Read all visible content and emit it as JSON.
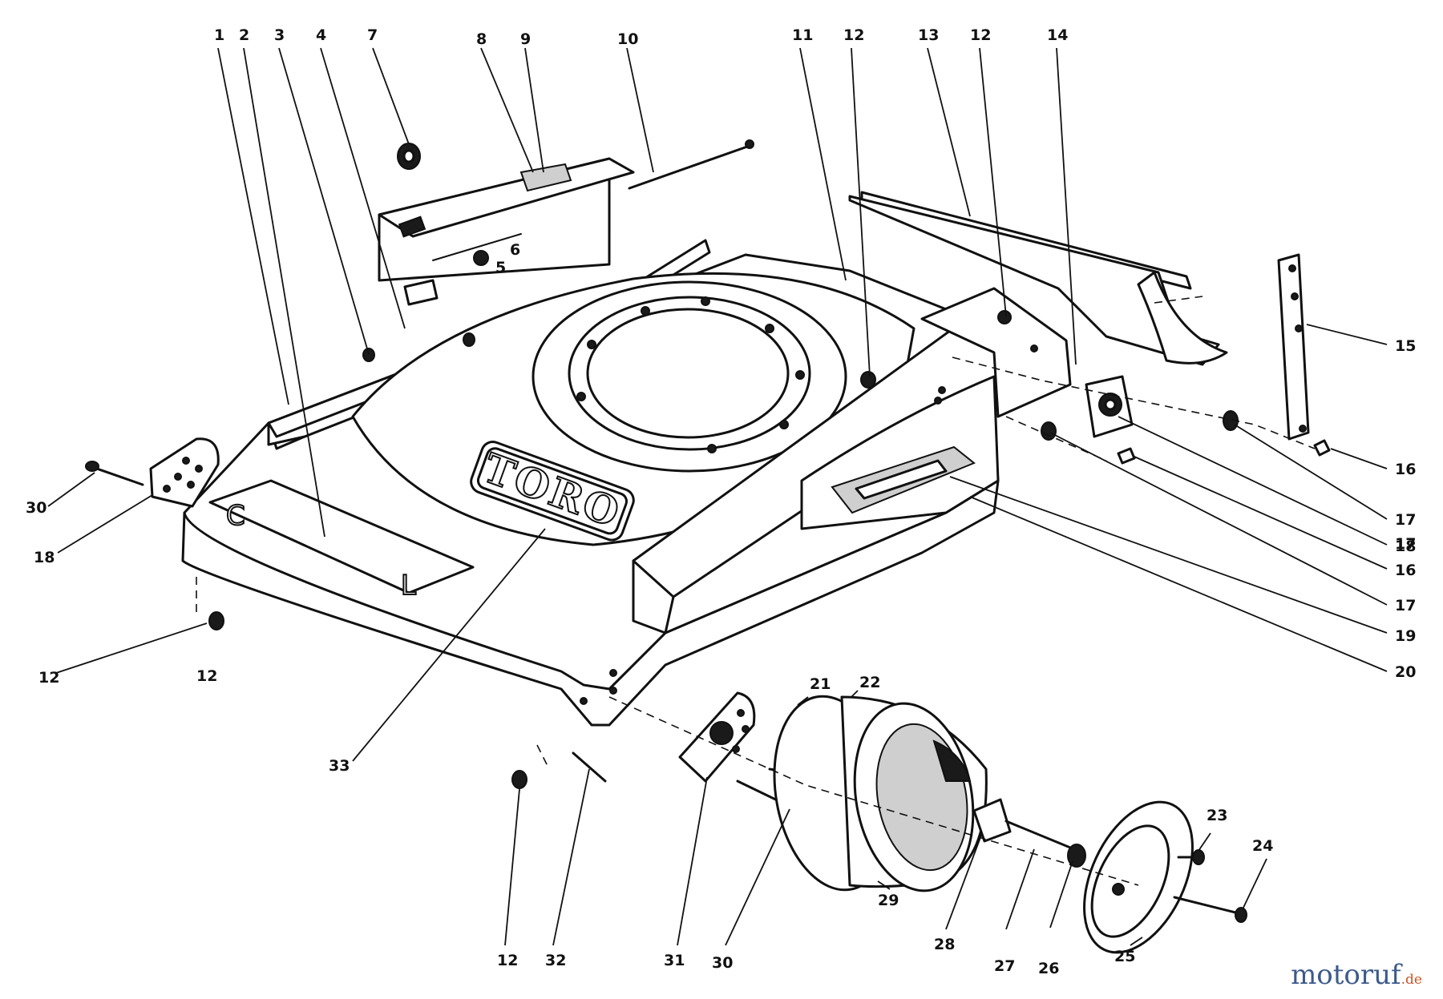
{
  "diagram": {
    "callout_labels": [
      "1",
      "2",
      "3",
      "4",
      "5",
      "6",
      "7",
      "8",
      "9",
      "10",
      "11",
      "12",
      "12",
      "13",
      "12",
      "14",
      "15",
      "16",
      "16",
      "17",
      "17",
      "17",
      "18",
      "18",
      "19",
      "20",
      "21",
      "22",
      "23",
      "24",
      "25",
      "26",
      "27",
      "28",
      "29",
      "30",
      "30",
      "31",
      "32",
      "33",
      "12",
      "12"
    ],
    "deck_logo": "TORO",
    "decal_letters": [
      "C",
      "L"
    ]
  },
  "watermark": {
    "brand": "motoruf",
    "tld": ".de"
  }
}
